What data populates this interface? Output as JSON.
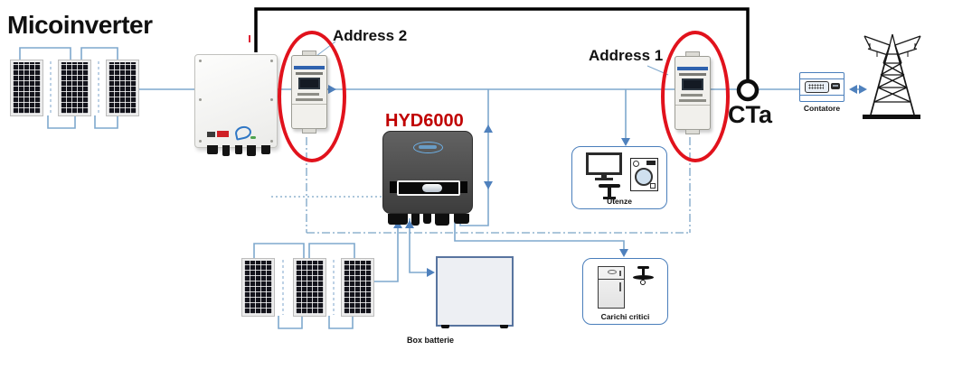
{
  "title": "Micoinverter",
  "labels": {
    "address_2": "Address 2",
    "address_1": "Address 1",
    "inverter_model": "HYD6000",
    "ct": "CTa",
    "loads_box": "Utenze",
    "critical_loads_box": "Carichi critici",
    "battery_box": "Box batterie",
    "utility_meter": "Contatore"
  },
  "colors": {
    "connection_line": "#7fa8cd",
    "arrow": "#4f81bd",
    "comm_line": "#7ba3c5",
    "ac_cable": "#000000",
    "highlight_ellipse": "#e1121c",
    "model_label": "#c00000"
  },
  "icons": {
    "pv_panel": "solar-panel-grid",
    "micro_inverter": "white-wall-inverter",
    "hybrid_inverter": "dark-wall-inverter",
    "energy_meter": "din-rail-meter",
    "ct_clamp": "ct-ring",
    "grid": "transmission-tower",
    "loads": "tv-table-washing-machine",
    "critical_loads": "fridge-ceiling-fan",
    "battery": "battery-cabinet",
    "utility_meter": "kwh-meter-box"
  }
}
